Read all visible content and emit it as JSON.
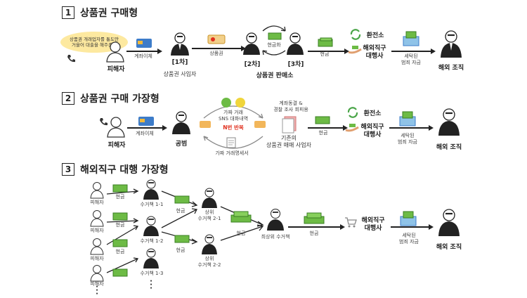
{
  "sections": [
    {
      "num": "1",
      "title": "상품권 구매형"
    },
    {
      "num": "2",
      "title": "상품권 구매 가장형"
    },
    {
      "num": "3",
      "title": "해외직구 대행 가장형"
    }
  ],
  "s1": {
    "bubble": [
      "상품권 개래업자를 통도만",
      "거을어 대출을 해주겠다"
    ],
    "victim": "피해자",
    "transfer": "계좌이체",
    "buyer1_tag": "[1차]",
    "buyer1": "상품권 사입자",
    "voucher": "상품권",
    "cashout": "현금화",
    "tier2": "[2차]",
    "tier3": "[3차]",
    "shop": "상품권 판매소",
    "cash": "현금",
    "exchange": "환전소",
    "agent": [
      "해외직구",
      "대행사"
    ],
    "laundered": [
      "세탁된",
      "범죄 자금"
    ],
    "org": "해외 조직"
  },
  "s2": {
    "victim": "피해자",
    "transfer": "계좌이체",
    "accomplice": "공범",
    "fake_chat": [
      "가짜 거래",
      "SNS 대화내역"
    ],
    "n_times": "N번 반복",
    "fake_statement": "가짜 거래명세서",
    "crackdown": [
      "계좌동결 &",
      "경찰 조사 회피용"
    ],
    "existing": [
      "기존의",
      "상품권 매매 사업자"
    ],
    "cash": "현금",
    "exchange": "환전소",
    "agent": [
      "해외직구",
      "대행사"
    ],
    "laundered": [
      "세탁된",
      "범죄 자금"
    ],
    "org": "해외 조직"
  },
  "s3": {
    "victims": [
      "피해자",
      "피해자",
      "피해자",
      "피해자"
    ],
    "cash": "현금",
    "collectors": [
      "수거책 1-1",
      "수거책 1-2",
      "수거책 1-3"
    ],
    "upper": [
      [
        "상위",
        "수거책 2-1"
      ],
      [
        "상위",
        "수거책 2-2"
      ]
    ],
    "top": "최상위 수거책",
    "agent": [
      "해외직구",
      "대행사"
    ],
    "laundered": [
      "세탁된",
      "범죄 자금"
    ],
    "org": "해외 조직"
  },
  "icons": [
    "person-icon",
    "criminal-icon",
    "phone-icon",
    "card-icon",
    "voucher-icon",
    "cash-icon",
    "exchange-icon",
    "hand-icon",
    "money-box-icon",
    "chat-icon",
    "document-icon",
    "cycle-arrow-icon"
  ]
}
